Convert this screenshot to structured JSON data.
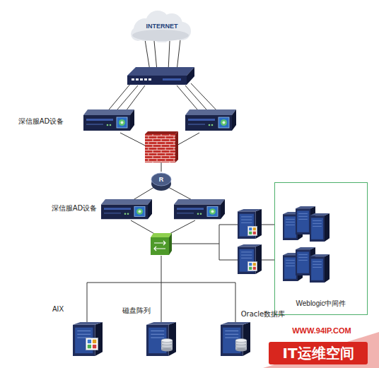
{
  "diagram": {
    "nodes": [
      {
        "text": [
          "INTERNET"
        ]
      },
      {
        "text": [
          "Weblogic中间件"
        ]
      }
    ],
    "labels": [
      "深信服AD设备",
      "R",
      "深信服AD设备",
      "AIX",
      "磁盘阵列",
      "Oracle数据库",
      "WWW.94IP.COM",
      "IT运维空间"
    ]
  }
}
